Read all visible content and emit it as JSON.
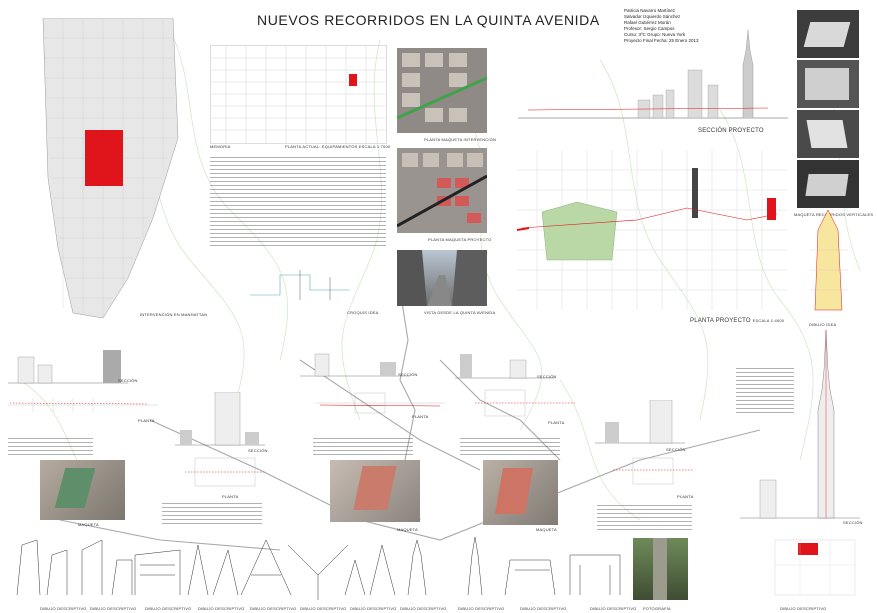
{
  "title": "NUEVOS RECORRIDOS EN LA QUINTA AVENIDA",
  "credits": [
    "Patricia Navarro Martínez",
    "Salvador Izquierdo Sánchez",
    "Rafael Gutiérrez Morán",
    "",
    "Profesor: Sergio Campos",
    "Curso: 3ºC  Grupo: Nueva York",
    "Proyecto Final Fecha: 25 Enero 2013"
  ],
  "labels": {
    "memoria": "MEMORIA",
    "planta_actual": "PLANTA ACTUAL: EQUIPAMIENTOS ESCALA 1:7000",
    "planta_maqueta_intervencion": "PLANTA MAQUETA INTERVENCIÓN",
    "planta_maqueta_proyecto": "PLANTA MAQUETA PROYECTO",
    "seccion_proyecto": "SECCIÓN PROYECTO",
    "maqueta_recorridos": "MAQUETA RECORRIDOS VERTICALES",
    "intervencion_manhattan": "INTERVENCIÓN EN MANHATTAN",
    "croquis_idea": "CROQUIS IDEA",
    "vista_quinta": "VISTA DESDE LA QUINTA AVENIDA",
    "planta_proyecto": "PLANTA PROYECTO",
    "planta_proyecto_escala": "ESCALA 1:4000",
    "dibujo_idea": "DIBUJO IDEA",
    "seccion": "SECCIÓN",
    "planta": "PLANTA",
    "maqueta": "MAQUETA",
    "fotografia": "FOTOGRAFÍA",
    "dibujo_descriptivo": "DIBUJO DESCRIPTIVO"
  },
  "descriptive_drawings": [
    "DIBUJO DESCRIPTIVO",
    "DIBUJO DESCRIPTIVO",
    "DIBUJO DESCRIPTIVO",
    "DIBUJO DESCRIPTIVO",
    "DIBUJO DESCRIPTIVO",
    "DIBUJO DESCRIPTIVO",
    "DIBUJO DESCRIPTIVO",
    "DIBUJO DESCRIPTIVO",
    "DIBUJO DESCRIPTIVO",
    "DIBUJO DESCRIPTIVO",
    "DIBUJO DESCRIPTIVO",
    "FOTOGRAFÍA",
    "DIBUJO DESCRIPTIVO"
  ],
  "colors": {
    "accent": "#e0141b",
    "green": "#b9d8a6",
    "roads": "#9a9a9a"
  }
}
